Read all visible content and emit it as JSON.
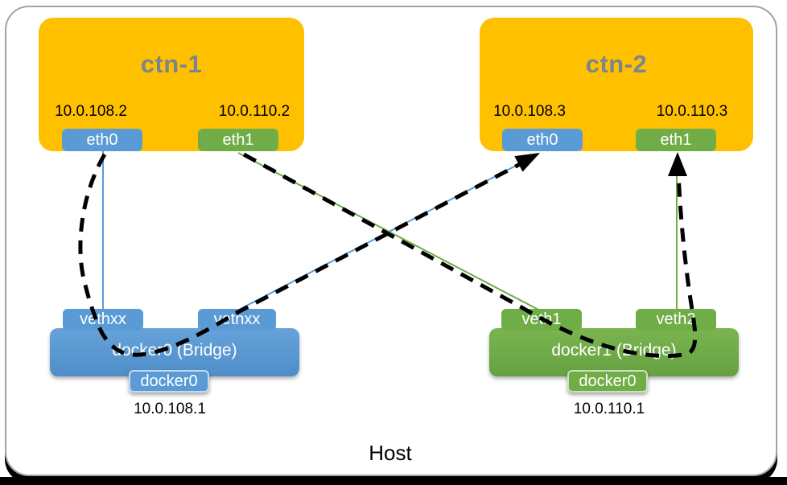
{
  "colors": {
    "orange": "#FFC000",
    "blue": "#5B9BD5",
    "green": "#70AD47",
    "title-gray": "#7C848E",
    "dash-black": "#000000"
  },
  "host": {
    "label": "Host"
  },
  "containers": [
    {
      "name": "ctn-1",
      "interfaces": [
        {
          "name": "eth0",
          "ip": "10.0.108.2"
        },
        {
          "name": "eth1",
          "ip": "10.0.110.2"
        }
      ]
    },
    {
      "name": "ctn-2",
      "interfaces": [
        {
          "name": "eth0",
          "ip": "10.0.108.3"
        },
        {
          "name": "eth1",
          "ip": "10.0.110.3"
        }
      ]
    }
  ],
  "bridges": [
    {
      "title": "docker0 (Bridge)",
      "device": "docker0",
      "ip": "10.0.108.1",
      "ports": [
        "vethxx",
        "vetnxx"
      ]
    },
    {
      "title": "docker1 (Bridge)",
      "device": "docker0",
      "ip": "10.0.110.1",
      "ports": [
        "veth1",
        "veth2"
      ]
    }
  ]
}
